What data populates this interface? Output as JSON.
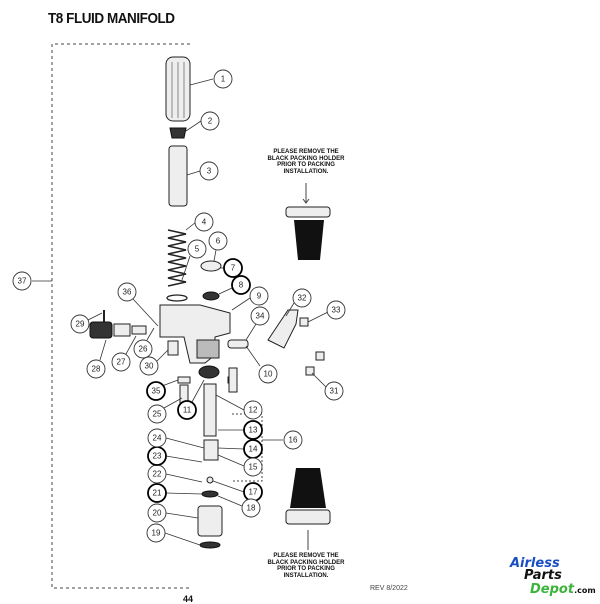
{
  "title": "T8 FLUID MANIFOLD",
  "notes": {
    "top": "PLEASE REMOVE THE BLACK PACKING HOLDER PRIOR TO PACKING INSTALLATION.",
    "bottom": "PLEASE REMOVE THE BLACK PACKING HOLDER PRIOR TO PACKING INSTALLATION."
  },
  "revision": "REV 8/2022",
  "page_number": "44",
  "logo": {
    "line1": "Airless",
    "line2": "Parts",
    "line3": "Depot",
    "suffix": ".com"
  },
  "callouts": [
    "1",
    "2",
    "3",
    "4",
    "5",
    "6",
    "7",
    "8",
    "9",
    "10",
    "11",
    "12",
    "13",
    "14",
    "15",
    "16",
    "17",
    "18",
    "19",
    "20",
    "21",
    "22",
    "23",
    "24",
    "25",
    "26",
    "27",
    "28",
    "29",
    "30",
    "31",
    "32",
    "33",
    "34",
    "35",
    "36",
    "37"
  ]
}
